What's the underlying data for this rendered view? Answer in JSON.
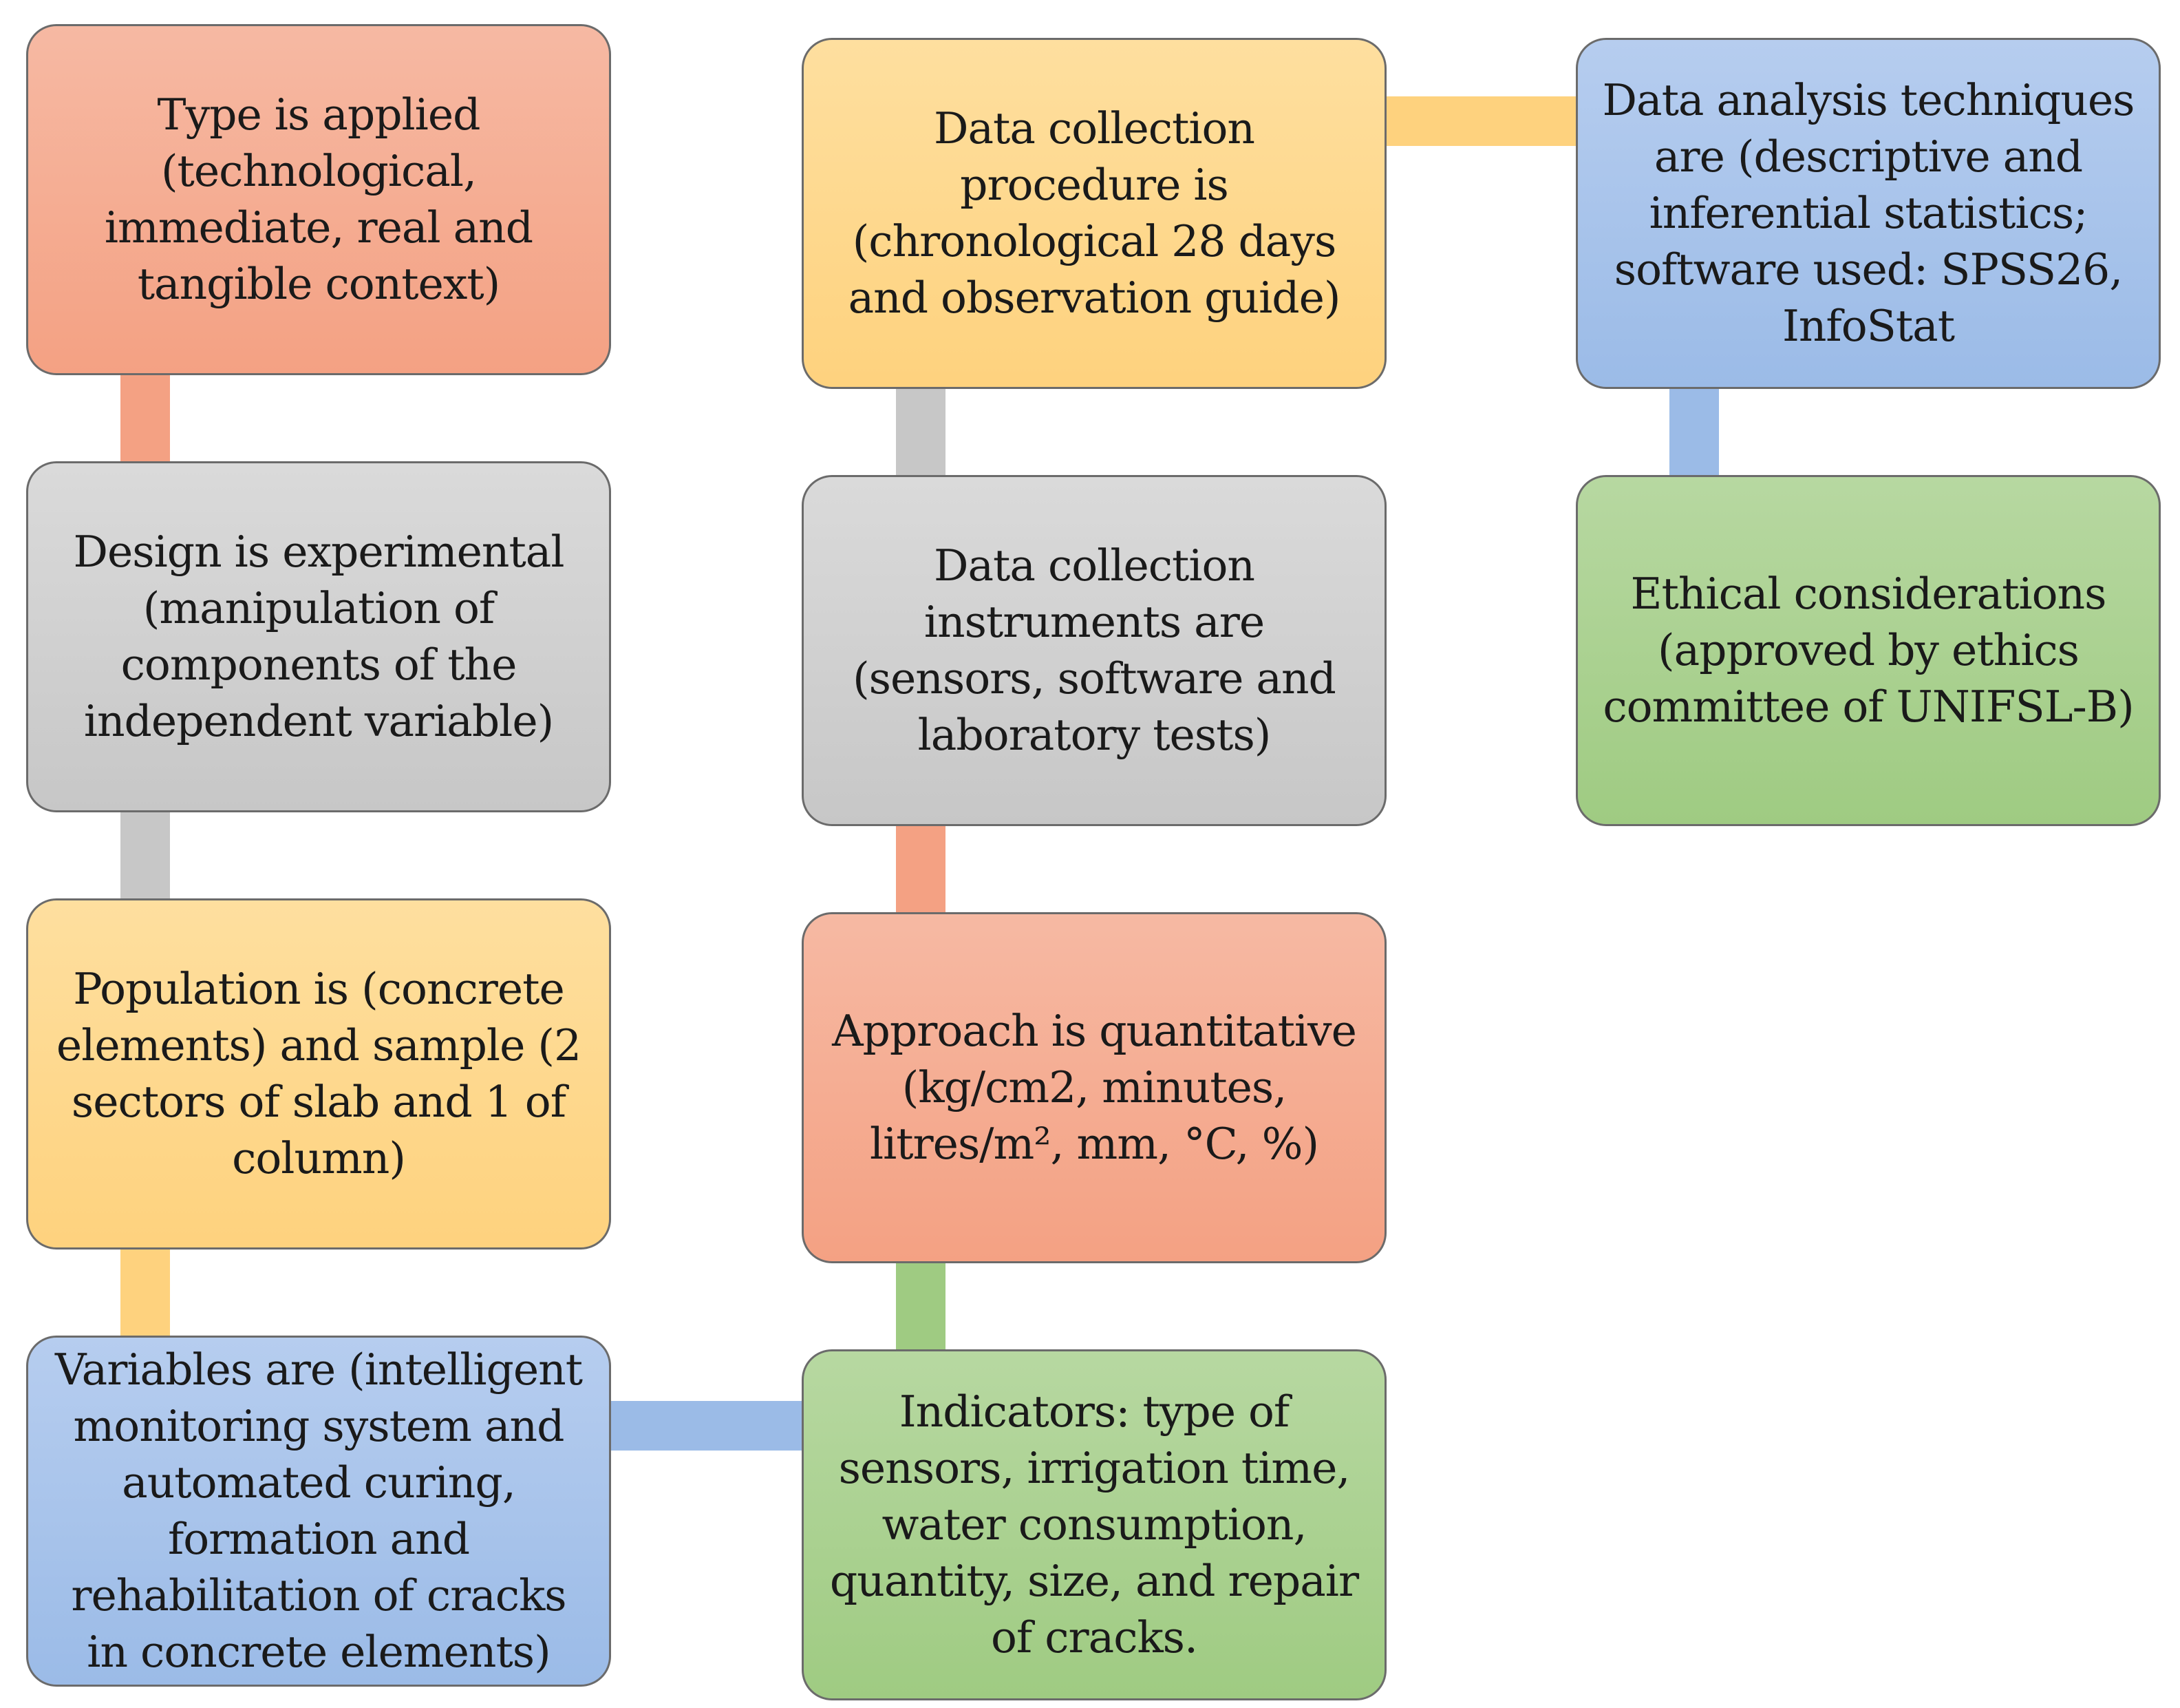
{
  "boxes": {
    "type": "Type is applied (technological, immediate, real and tangible context)",
    "design": "Design is experimental (manipulation of components of the independent variable)",
    "population": "Population is (concrete elements) and sample (2 sectors of slab and 1 of column)",
    "variables": "Variables are (intelligent monitoring system and automated curing, formation and rehabilitation of cracks in concrete elements)",
    "procedure": "Data collection procedure is (chronological 28 days and observation guide)",
    "instruments": "Data collection instruments are (sensors, software and laboratory tests)",
    "approach": "Approach is quantitative (kg/cm2, minutes, litres/m², mm, °C, %)",
    "indicators": "Indicators: type of sensors, irrigation time, water consumption, quantity, size, and repair of cracks.",
    "analysis": "Data analysis techniques are (descriptive and inferential statistics; software used: SPSS26, InfoStat",
    "ethics": "Ethical considerations (approved by ethics committee of UNIFSL-B)"
  },
  "colors": {
    "salmon": "#f4a183",
    "grey": "#c7c7c7",
    "yellow": "#fed27e",
    "blue": "#9bbbe7",
    "green": "#9fcb82"
  }
}
